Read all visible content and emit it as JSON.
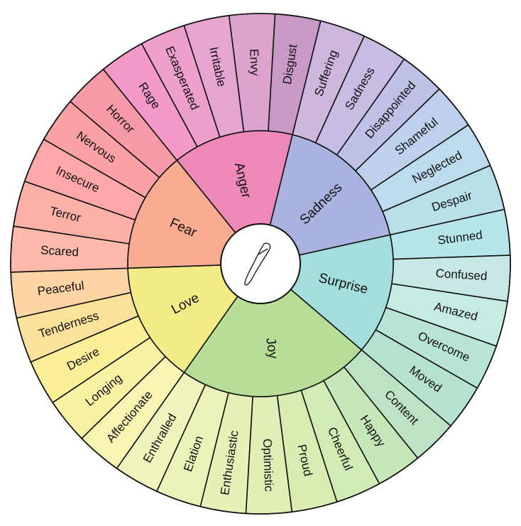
{
  "emotions": [
    {
      "name": "Anger",
      "color": "#EE88B6",
      "feelings": [
        {
          "label": "Rage",
          "color": "#F39AC8"
        },
        {
          "label": "Exasperated",
          "color": "#EDA0CC"
        },
        {
          "label": "Irritable",
          "color": "#E7A6D2"
        },
        {
          "label": "Envy",
          "color": "#DBA3CE"
        },
        {
          "label": "Disgust",
          "color": "#C99AC6"
        }
      ]
    },
    {
      "name": "Sadness",
      "color": "#AAB2E0",
      "feelings": [
        {
          "label": "Suffering",
          "color": "#CDB7DD"
        },
        {
          "label": "Sadness",
          "color": "#C9BCE2"
        },
        {
          "label": "Disappointed",
          "color": "#BFC1E6"
        },
        {
          "label": "Shameful",
          "color": "#BED0EC"
        },
        {
          "label": "Neglected",
          "color": "#BCDCEE"
        },
        {
          "label": "Despair",
          "color": "#B8E0E8"
        }
      ]
    },
    {
      "name": "Surprise",
      "color": "#A4DEDC",
      "feelings": [
        {
          "label": "Stunned",
          "color": "#B6E6EA"
        },
        {
          "label": "Confused",
          "color": "#C7E8E4"
        },
        {
          "label": "Amazed",
          "color": "#C6EBE3"
        },
        {
          "label": "Overcome",
          "color": "#B8E4D6"
        },
        {
          "label": "Moved",
          "color": "#B5E2CF"
        }
      ]
    },
    {
      "name": "Joy",
      "color": "#B6DE96",
      "feelings": [
        {
          "label": "Content",
          "color": "#BDE3C4"
        },
        {
          "label": "Happy",
          "color": "#C6E7B9"
        },
        {
          "label": "Cheerful",
          "color": "#D2EBB4"
        },
        {
          "label": "Proud",
          "color": "#D9EDB2"
        },
        {
          "label": "Optimistic",
          "color": "#E0EFB5"
        },
        {
          "label": "Enthusiastic",
          "color": "#E6F1B8"
        },
        {
          "label": "Elation",
          "color": "#ECF3BA"
        },
        {
          "label": "Enthralled",
          "color": "#F1F4BC"
        }
      ]
    },
    {
      "name": "Love",
      "color": "#F3EC86",
      "feelings": [
        {
          "label": "Affectionate",
          "color": "#F8F4B4"
        },
        {
          "label": "Longing",
          "color": "#F9F2A4"
        },
        {
          "label": "Desire",
          "color": "#FBEF97"
        },
        {
          "label": "Tenderness",
          "color": "#FCE19A"
        },
        {
          "label": "Peaceful",
          "color": "#FDD5A4"
        }
      ]
    },
    {
      "name": "Fear",
      "color": "#F9AC92",
      "feelings": [
        {
          "label": "Scared",
          "color": "#FDB9AA"
        },
        {
          "label": "Terror",
          "color": "#FDB0A8"
        },
        {
          "label": "Insecure",
          "color": "#FCA8A8"
        },
        {
          "label": "Nervous",
          "color": "#FAA1A6"
        },
        {
          "label": "Horror",
          "color": "#F79AA8"
        }
      ]
    }
  ]
}
